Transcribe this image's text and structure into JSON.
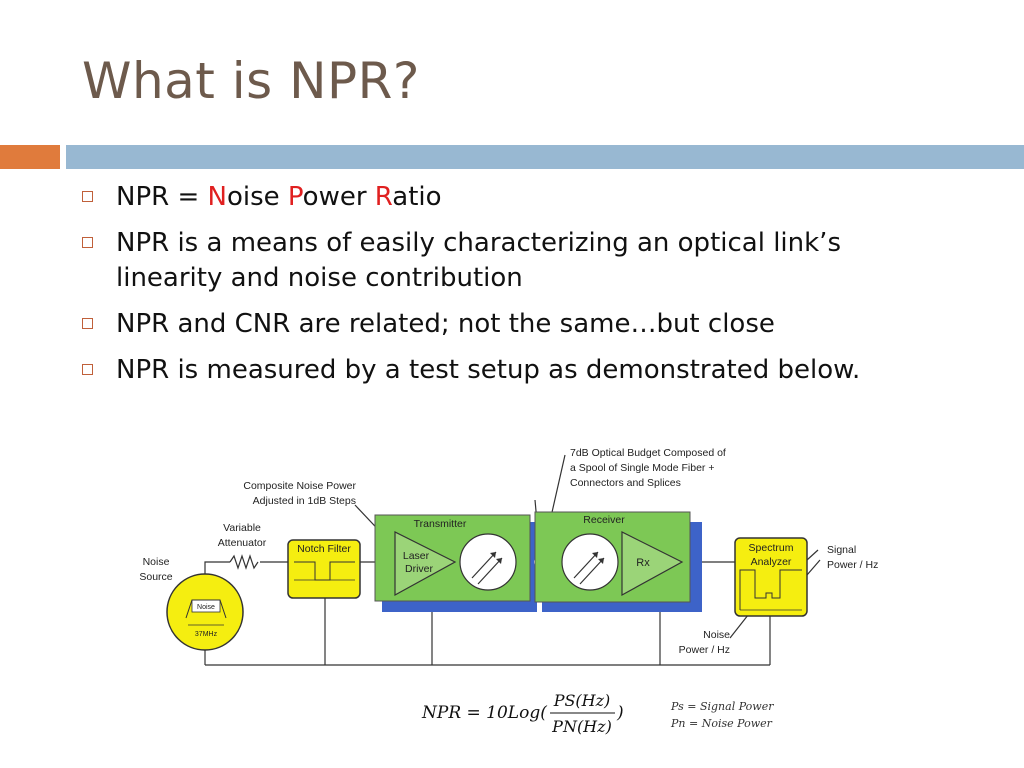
{
  "title": "What is NPR?",
  "bullets": [
    {
      "segments": [
        {
          "text": "NPR = ",
          "color": ""
        },
        {
          "text": "N",
          "color": "red"
        },
        {
          "text": "oise ",
          "color": ""
        },
        {
          "text": "P",
          "color": "red"
        },
        {
          "text": "ower ",
          "color": ""
        },
        {
          "text": "R",
          "color": "red"
        },
        {
          "text": "atio",
          "color": ""
        }
      ]
    },
    {
      "text": "NPR is a means of easily characterizing an optical link’s linearity and noise contribution"
    },
    {
      "text": "NPR and CNR are related; not the same…but close"
    },
    {
      "text": "NPR is measured by a test setup as demonstrated below."
    }
  ],
  "colors": {
    "title": "#6d5a4c",
    "accent_orange": "#e07b3c",
    "accent_blue": "#98b8d2",
    "highlight_red": "#e02020",
    "block_green": "#7dc855",
    "block_yellow": "#f5ee10"
  },
  "diagram": {
    "optical_budget": [
      "7dB Optical Budget Composed of",
      "a Spool of Single Mode Fiber +",
      "Connectors and Splices"
    ],
    "composite_noise": [
      "Composite Noise Power",
      "Adjusted in 1dB Steps"
    ],
    "variable_attenuator": [
      "Variable",
      "Attenuator"
    ],
    "noise_source": [
      "Noise",
      "Source"
    ],
    "noise_box": "Noise",
    "bandwidth": "37MHz",
    "notch_filter": "Notch Filter",
    "transmitter": "Transmitter",
    "laser_driver": [
      "Laser",
      "Driver"
    ],
    "receiver": "Receiver",
    "rx": "Rx",
    "spectrum_analyzer": [
      "Spectrum",
      "Analyzer"
    ],
    "signal_power": [
      "Signal",
      "Power / Hz"
    ],
    "noise_power": [
      "Noise",
      "Power / Hz"
    ]
  },
  "equation": {
    "lhs": "NPR = 10Log(",
    "numerator": "PS(Hz)",
    "denominator": "PN(Hz)",
    "close": ")",
    "legend": [
      "Ps = Signal Power",
      "Pn = Noise Power"
    ]
  }
}
